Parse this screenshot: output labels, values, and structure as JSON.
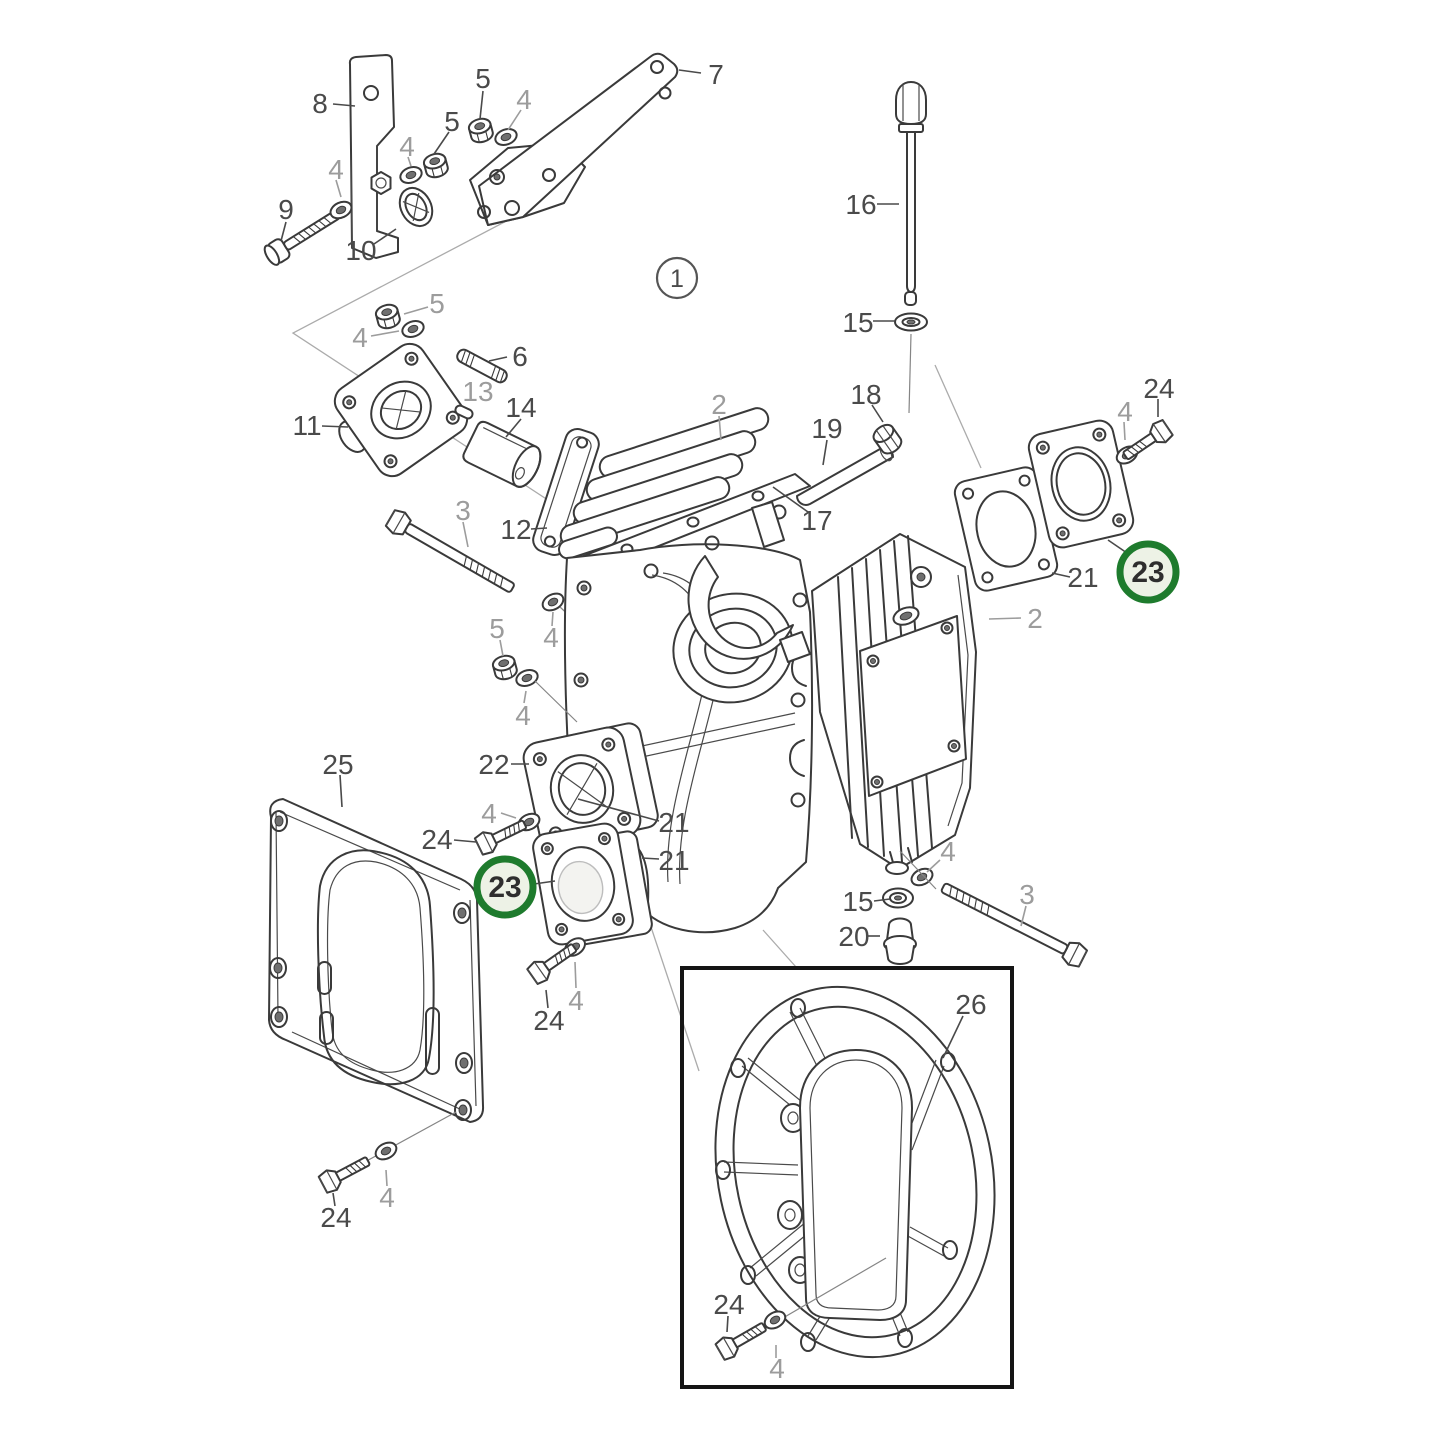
{
  "figure": {
    "type": "exploded-parts-diagram",
    "background": "#ffffff",
    "assembly_callout": "1",
    "highlighted_part_number": "23",
    "part_numbers_visible": [
      "1",
      "2",
      "3",
      "4",
      "5",
      "6",
      "7",
      "8",
      "9",
      "10",
      "11",
      "12",
      "13",
      "14",
      "15",
      "16",
      "17",
      "18",
      "19",
      "20",
      "21",
      "22",
      "23",
      "24",
      "25",
      "26"
    ]
  },
  "colors": {
    "line": "#3a3a3a",
    "label": "#4a4a4a",
    "label_muted": "#9c9c9c",
    "highlight_ring": "#1e7b2d",
    "highlight_fill": "#edf2e6",
    "inset_border": "#151515",
    "background": "#ffffff"
  },
  "labels": [
    {
      "part": "8"
    },
    {
      "part": "5"
    },
    {
      "part": "4"
    },
    {
      "part": "4"
    },
    {
      "part": "5"
    },
    {
      "part": "7"
    },
    {
      "part": "4"
    },
    {
      "part": "9"
    },
    {
      "part": "10"
    },
    {
      "part": "1"
    },
    {
      "part": "16"
    },
    {
      "part": "15"
    },
    {
      "part": "5"
    },
    {
      "part": "4"
    },
    {
      "part": "11"
    },
    {
      "part": "6"
    },
    {
      "part": "13"
    },
    {
      "part": "14"
    },
    {
      "part": "2"
    },
    {
      "part": "18"
    },
    {
      "part": "19"
    },
    {
      "part": "24"
    },
    {
      "part": "4"
    },
    {
      "part": "12"
    },
    {
      "part": "3"
    },
    {
      "part": "17"
    },
    {
      "part": "21"
    },
    {
      "part": "23"
    },
    {
      "part": "2"
    },
    {
      "part": "5"
    },
    {
      "part": "4"
    },
    {
      "part": "4"
    },
    {
      "part": "25"
    },
    {
      "part": "22"
    },
    {
      "part": "4"
    },
    {
      "part": "24"
    },
    {
      "part": "21"
    },
    {
      "part": "21"
    },
    {
      "part": "23"
    },
    {
      "part": "4"
    },
    {
      "part": "15"
    },
    {
      "part": "20"
    },
    {
      "part": "3"
    },
    {
      "part": "24"
    },
    {
      "part": "4"
    },
    {
      "part": "26"
    },
    {
      "part": "4"
    },
    {
      "part": "24"
    },
    {
      "part": "24"
    },
    {
      "part": "4"
    }
  ]
}
